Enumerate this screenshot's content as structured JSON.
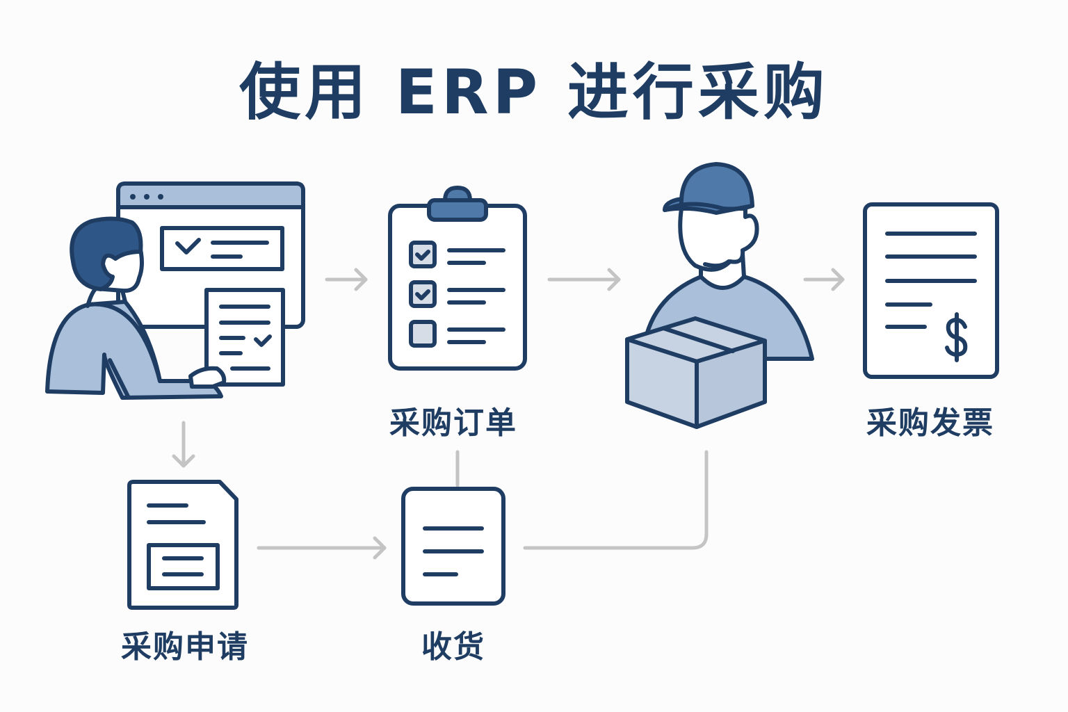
{
  "title": "使用 ERP 进行采购",
  "colors": {
    "primary": "#1f3d63",
    "accent_fill": "#4f79a8",
    "light_fill": "#a9bfda",
    "box_fill": "#c7d3e2",
    "connector": "#c4c4c4",
    "background": "#fcfcfc"
  },
  "steps": [
    {
      "id": "user",
      "icon": "user-at-computer-icon",
      "label": null
    },
    {
      "id": "purchase-requisition",
      "icon": "requisition-document-icon",
      "label": "采购申请"
    },
    {
      "id": "purchase-order",
      "icon": "clipboard-checklist-icon",
      "label": "采购订单"
    },
    {
      "id": "goods-receipt",
      "icon": "receipt-document-icon",
      "label": "收货"
    },
    {
      "id": "delivery",
      "icon": "delivery-person-box-icon",
      "label": null
    },
    {
      "id": "purchase-invoice",
      "icon": "invoice-dollar-icon",
      "label": "采购发票"
    }
  ],
  "flows": [
    {
      "from": "user",
      "to": "purchase-requisition"
    },
    {
      "from": "user",
      "to": "purchase-order"
    },
    {
      "from": "purchase-requisition",
      "to": "goods-receipt"
    },
    {
      "from": "purchase-order",
      "to": "goods-receipt"
    },
    {
      "from": "purchase-order",
      "to": "delivery"
    },
    {
      "from": "goods-receipt",
      "to": "delivery"
    },
    {
      "from": "delivery",
      "to": "purchase-invoice"
    }
  ]
}
